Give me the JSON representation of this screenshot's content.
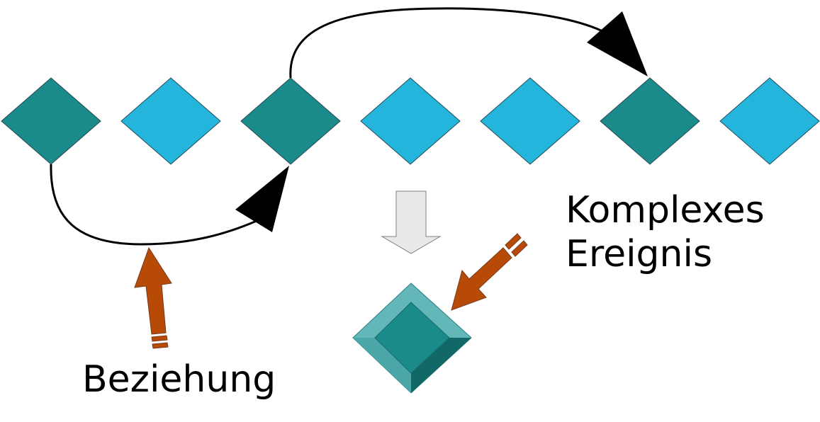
{
  "colors": {
    "dark_teal": "#1a8a8a",
    "light_blue": "#24b5dc",
    "arrow_orange": "#b84a08",
    "down_arrow_gray": "#e8e8e8",
    "gem_light": "#63b7b8",
    "gem_dark": "#126767",
    "curve": "#000000"
  },
  "events": [
    {
      "kind": "teal"
    },
    {
      "kind": "blue"
    },
    {
      "kind": "teal"
    },
    {
      "kind": "blue"
    },
    {
      "kind": "blue"
    },
    {
      "kind": "teal"
    },
    {
      "kind": "blue"
    }
  ],
  "labels": {
    "relationship": "Beziehung",
    "complex_event_line1": "Komplexes",
    "complex_event_line2": "Ereignis"
  },
  "icons": {
    "relationship_pointer": "orange-block-arrow-icon",
    "complex_pointer": "orange-block-arrow-icon",
    "aggregate_arrow": "gray-down-arrow-icon",
    "complex_event": "gem-diamond-icon"
  }
}
